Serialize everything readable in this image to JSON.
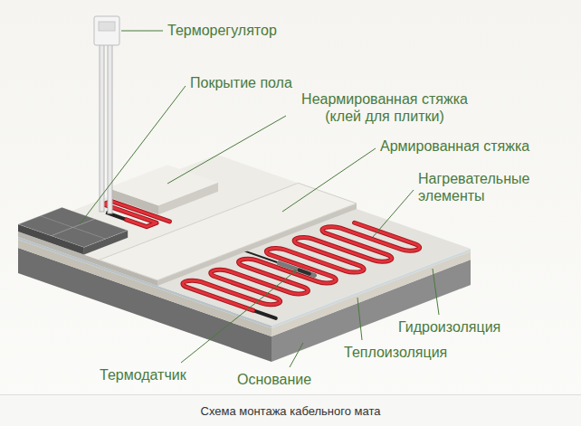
{
  "diagram": {
    "caption": "Схема монтажа кабельного мата",
    "labels": [
      "Терморегулятор",
      "Покрытие пола",
      "Неармированная стяжка (клей для плитки)",
      "Армированная стяжка",
      "Нагревательные элементы",
      "Гидроизоляция",
      "Теплоизоляция",
      "Основание",
      "Термодатчик"
    ]
  }
}
